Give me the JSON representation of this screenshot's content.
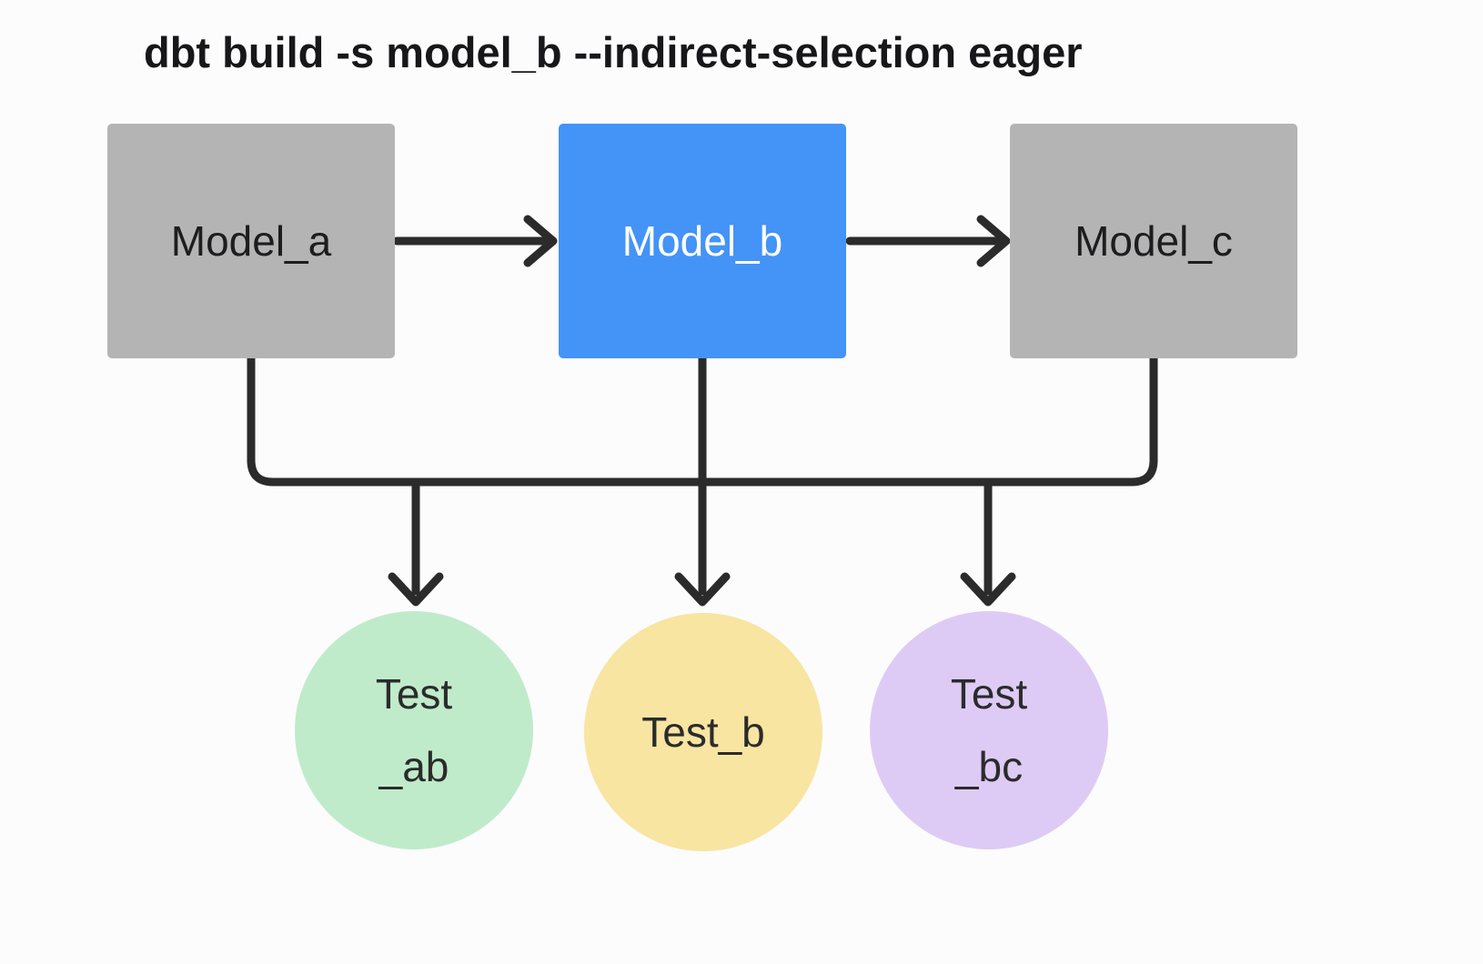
{
  "title": "dbt build -s model_b --indirect-selection eager",
  "diagram": {
    "arrow_color": "#2b2b2b",
    "background": "#fcfcfd",
    "models": [
      {
        "id": "model_a",
        "label": "Model_a",
        "fill": "#b4b4b4",
        "text_color": "#1d1d1f"
      },
      {
        "id": "model_b",
        "label": "Model_b",
        "fill": "#4493f7",
        "text_color": "#ffffff"
      },
      {
        "id": "model_c",
        "label": "Model_c",
        "fill": "#b4b4b4",
        "text_color": "#1d1d1f"
      }
    ],
    "tests": [
      {
        "id": "test_ab",
        "lines": [
          "Test",
          "_ab"
        ],
        "fill": "#c0ebcb",
        "text_color": "#2b2b2b"
      },
      {
        "id": "test_b",
        "lines": [
          "Test_b"
        ],
        "fill": "#f8e5a1",
        "text_color": "#2b2b2b"
      },
      {
        "id": "test_bc",
        "lines": [
          "Test",
          "_bc"
        ],
        "fill": "#ddcbf5",
        "text_color": "#2b2b2b"
      }
    ],
    "top_arrows": [
      {
        "from": "model_a",
        "to": "model_b"
      },
      {
        "from": "model_b",
        "to": "model_c"
      }
    ],
    "bus": {
      "sources": [
        "model_a",
        "model_b",
        "model_c"
      ],
      "targets": [
        "test_ab",
        "test_b",
        "test_bc"
      ]
    }
  }
}
